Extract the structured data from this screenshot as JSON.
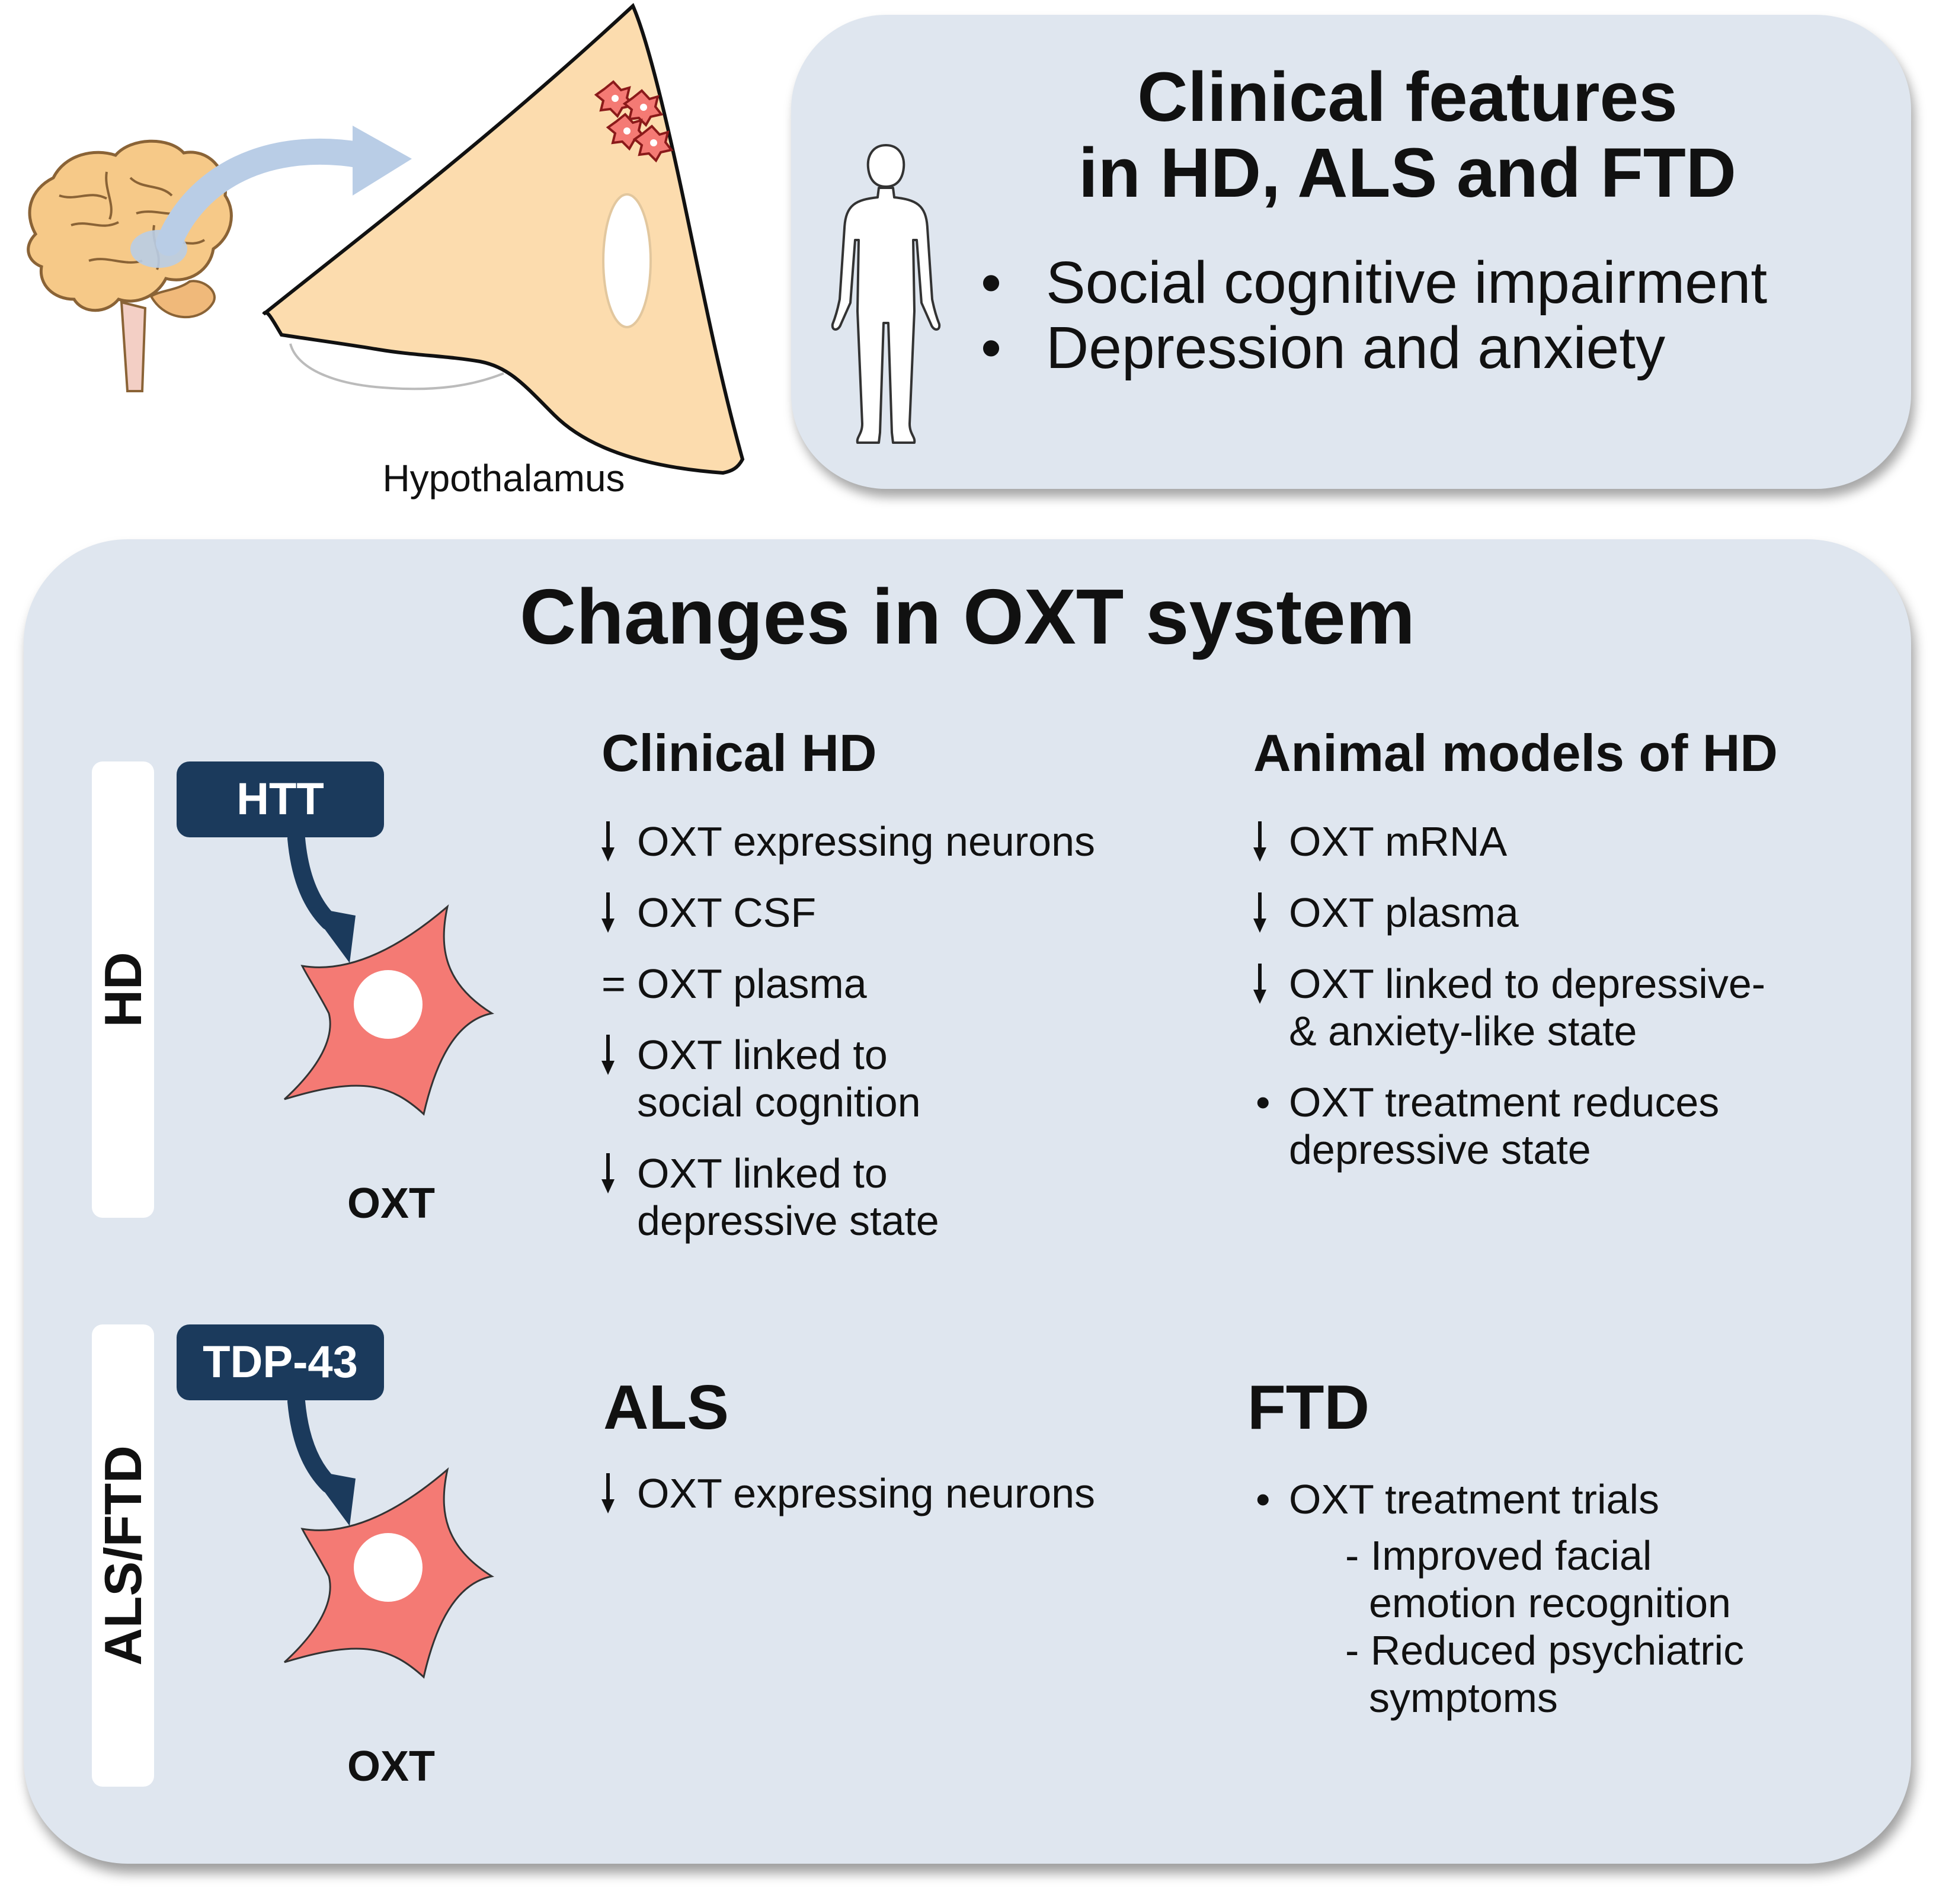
{
  "illustration": {
    "hypothalamus_label": "Hypothalamus"
  },
  "clinical_features": {
    "title_line1": "Clinical features",
    "title_line2": "in HD, ALS and FTD",
    "items": [
      "Social cognitive impairment",
      "Depression and anxiety"
    ],
    "bullet": "•"
  },
  "oxt_system": {
    "title": "Changes in OXT system",
    "hd_row": {
      "tab_label": "HD",
      "protein": "HTT",
      "cell_label": "OXT",
      "clinical": {
        "heading": "Clinical HD",
        "items": [
          {
            "marker": "down",
            "lines": [
              "OXT expressing neurons"
            ]
          },
          {
            "marker": "down",
            "lines": [
              "OXT CSF"
            ]
          },
          {
            "marker": "=",
            "lines": [
              "OXT plasma"
            ]
          },
          {
            "marker": "down",
            "lines": [
              "OXT linked to",
              "social cognition"
            ]
          },
          {
            "marker": "down",
            "lines": [
              "OXT linked to",
              "depressive state"
            ]
          }
        ]
      },
      "animal": {
        "heading": "Animal models of HD",
        "items": [
          {
            "marker": "down",
            "lines": [
              "OXT mRNA"
            ]
          },
          {
            "marker": "down",
            "lines": [
              "OXT plasma"
            ]
          },
          {
            "marker": "down",
            "lines": [
              "OXT linked to depressive-",
              "& anxiety-like state"
            ]
          },
          {
            "marker": "•",
            "lines": [
              "OXT treatment reduces",
              "depressive state"
            ]
          }
        ]
      }
    },
    "als_row": {
      "tab_label": "ALS/FTD",
      "protein": "TDP-43",
      "cell_label": "OXT",
      "als": {
        "heading": "ALS",
        "items": [
          {
            "marker": "down",
            "lines": [
              "OXT expressing neurons"
            ]
          }
        ]
      },
      "ftd": {
        "heading": "FTD",
        "items": [
          {
            "marker": "•",
            "lines": [
              "OXT treatment trials"
            ]
          }
        ],
        "subitems": [
          {
            "line1": "- Improved facial",
            "line2": "emotion recognition"
          },
          {
            "line1": "- Reduced psychiatric",
            "line2": "symptoms"
          }
        ]
      }
    }
  },
  "colors": {
    "panel_bg": "#dfe6ef",
    "badge_navy": "#1b3a5c",
    "neuron_red": "#f47a74",
    "hypothalamus_fill": "#fcdcae",
    "arrow_light_blue": "#b9cde6"
  }
}
